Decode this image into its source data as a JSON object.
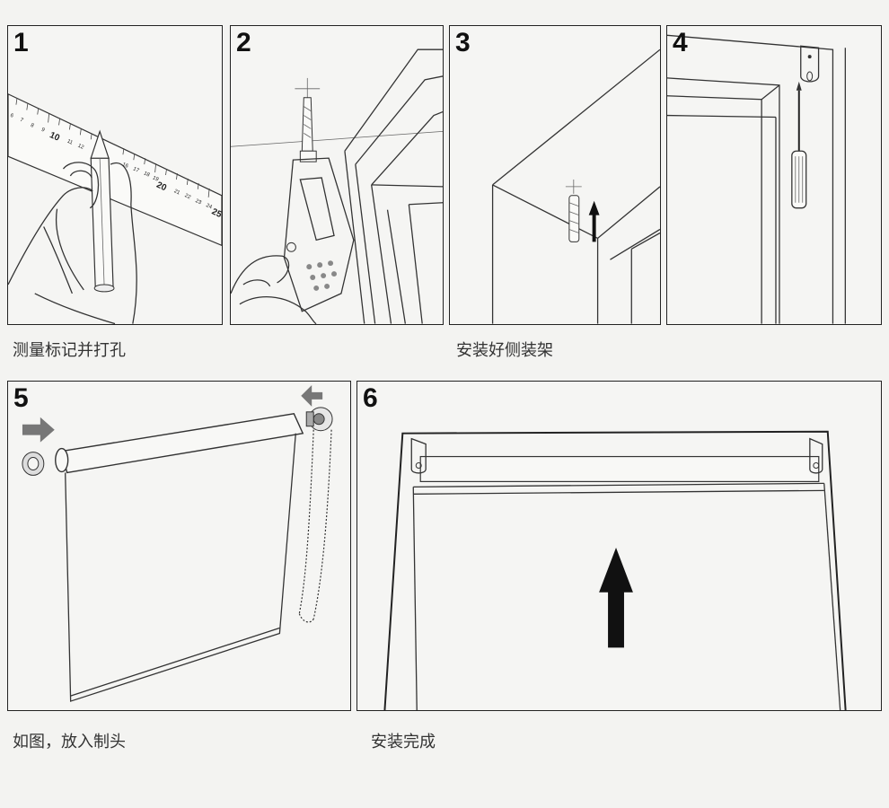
{
  "steps": [
    {
      "number": "1"
    },
    {
      "number": "2"
    },
    {
      "number": "3"
    },
    {
      "number": "4"
    },
    {
      "number": "5"
    },
    {
      "number": "6"
    }
  ],
  "ruler_ticks": {
    "small_left": [
      "6",
      "7",
      "8",
      "9"
    ],
    "ten": "10",
    "small_mid": [
      "11",
      "12"
    ],
    "mid_after_pencil": [
      "16",
      "17",
      "18",
      "19"
    ],
    "twenty": "20",
    "small_right": [
      "21",
      "22",
      "23",
      "24"
    ],
    "twentyfive": "25"
  },
  "captions": {
    "row1_left": "测量标记并打孔",
    "row1_right": "安装好侧装架",
    "row2_left": "如图，放入制头",
    "row2_right": "安装完成"
  }
}
